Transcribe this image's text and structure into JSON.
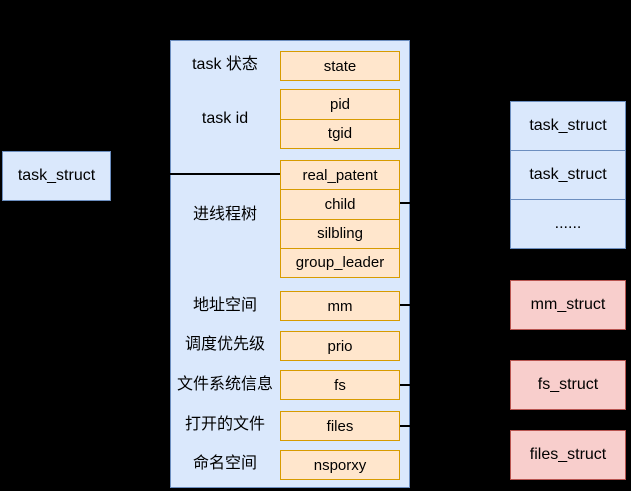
{
  "colors": {
    "background": "#000000",
    "blue_fill": "#dae8fc",
    "blue_stroke": "#6c8ebf",
    "orange_fill": "#ffe6cc",
    "orange_stroke": "#d79b00",
    "pink_fill": "#f8cecc",
    "pink_stroke": "#b85450",
    "connector": "#000000",
    "text": "#000000"
  },
  "left_box": {
    "label": "task_struct"
  },
  "center": {
    "rows": [
      {
        "label": "task 状态",
        "fields": [
          "state"
        ]
      },
      {
        "label": "task id",
        "fields": [
          "pid",
          "tgid"
        ]
      },
      {
        "label": "进线程树",
        "fields": [
          "real_patent",
          "child",
          "silbling",
          "group_leader"
        ]
      },
      {
        "label": "地址空间",
        "fields": [
          "mm"
        ]
      },
      {
        "label": "调度优先级",
        "fields": [
          "prio"
        ]
      },
      {
        "label": "文件系统信息",
        "fields": [
          "fs"
        ]
      },
      {
        "label": "打开的文件",
        "fields": [
          "files"
        ]
      },
      {
        "label": "命名空间",
        "fields": [
          "nsporxy"
        ]
      }
    ]
  },
  "right_stack": {
    "cells": [
      "task_struct",
      "task_struct",
      "......"
    ]
  },
  "pink_boxes": [
    "mm_struct",
    "fs_struct",
    "files_struct"
  ]
}
